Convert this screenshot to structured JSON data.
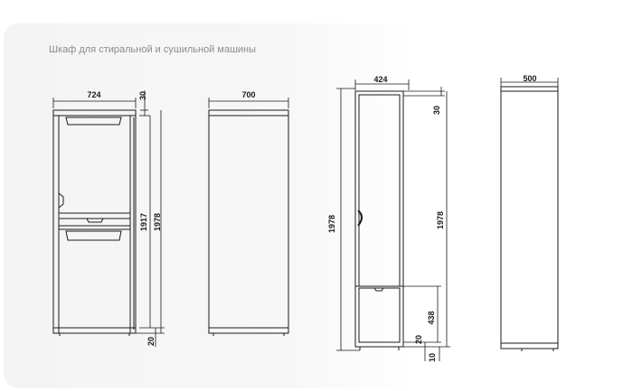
{
  "title": "Шкаф для стиральной и сушильной машины",
  "views": {
    "front_left": {
      "width": "724",
      "top_gap": "30",
      "inner_height": "1917",
      "total_height": "1978",
      "bottom_gap": "20"
    },
    "side_left": {
      "width": "700"
    },
    "front_right": {
      "width": "424",
      "total_height_left": "1978",
      "top_gap": "30",
      "height_right": "1978",
      "drawer_height": "438",
      "bottom_gap": "20",
      "leg_height": "10"
    },
    "side_right": {
      "width": "500"
    }
  }
}
